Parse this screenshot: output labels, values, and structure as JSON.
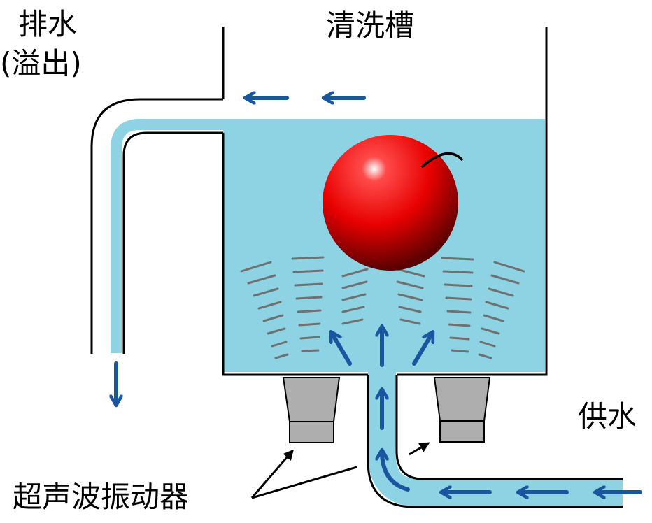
{
  "labels": {
    "tank": "清洗槽",
    "drain_line1": "排水",
    "drain_line2": "(溢出)",
    "supply": "供水",
    "transducer": "超声波振动器"
  },
  "colors": {
    "water": "#8ed3e4",
    "arrow": "#1a56a0",
    "wall": "#000000",
    "transducer_body": "#aeaeae",
    "wave": "#707070",
    "apple": "#e00000"
  }
}
